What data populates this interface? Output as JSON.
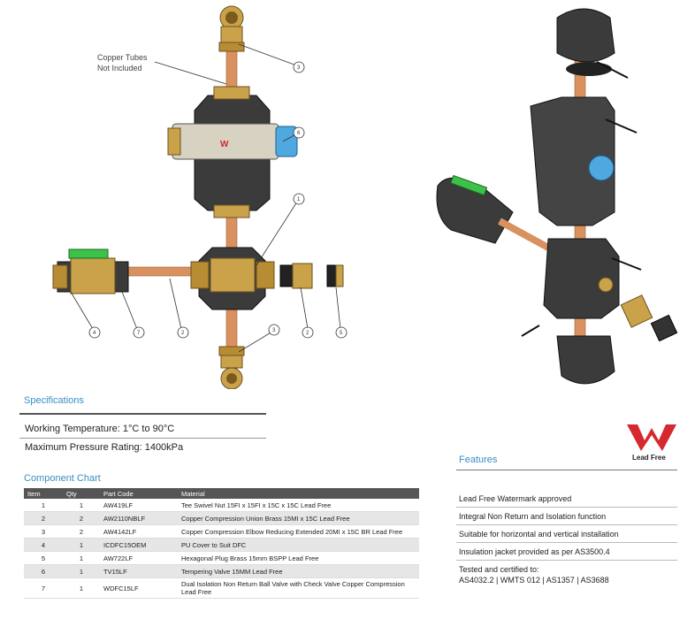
{
  "callouts": {
    "copper_note_line1": "Copper Tubes",
    "copper_note_line2": "Not Included",
    "numbers": [
      "3",
      "6",
      "1",
      "4",
      "7",
      "2",
      "2",
      "5",
      "3"
    ]
  },
  "specifications": {
    "title": "Specifications",
    "working_temperature": "Working Temperature:  1°C to 90°C",
    "max_pressure": "Maximum Pressure Rating: 1400kPa"
  },
  "component_chart": {
    "title": "Component Chart",
    "headers": [
      "Item",
      "Qty",
      "Part Code",
      "Material"
    ],
    "rows": [
      {
        "item": "1",
        "qty": "1",
        "code": "AW419LF",
        "material": "Tee Swivel Nut 15FI x 15FI x 15C x 15C Lead Free"
      },
      {
        "item": "2",
        "qty": "2",
        "code": "AW2110NBLF",
        "material": "Copper Compression Union Brass 15MI x 15C Lead Free"
      },
      {
        "item": "3",
        "qty": "2",
        "code": "AW4142LF",
        "material": "Copper Compression Elbow Reducing Extended 20MI x 15C BR Lead Free"
      },
      {
        "item": "4",
        "qty": "1",
        "code": "ICDFC15OEM",
        "material": "PU Cover to Suit DFC"
      },
      {
        "item": "5",
        "qty": "1",
        "code": "AW722LF",
        "material": "Hexagonal Plug Brass 15mm BSPP Lead Free"
      },
      {
        "item": "6",
        "qty": "1",
        "code": "TV15LF",
        "material": "Tempering Valve 15MM Lead Free"
      },
      {
        "item": "7",
        "qty": "1",
        "code": "WDFC15LF",
        "material": "Dual Isolation Non Return Ball Valve with Check Valve Copper Compression Lead Free"
      }
    ]
  },
  "logo": {
    "caption": "Lead Free",
    "color": "#d6282e"
  },
  "features": {
    "title": "Features",
    "items": [
      "Lead Free Watermark approved",
      "Integral Non Return and Isolation function",
      "Suitable for horizontal and vertical installation",
      "Insulation jacket provided as per AS3500.4"
    ],
    "tested_line1": "Tested and certified to:",
    "tested_line2": "AS4032.2 | WMTS 012 | AS1357 | AS3688"
  },
  "colors": {
    "accent": "#3a8ec4",
    "brass": "#c9a24a",
    "copper": "#d9925f",
    "insulation": "#3b3b3b"
  }
}
